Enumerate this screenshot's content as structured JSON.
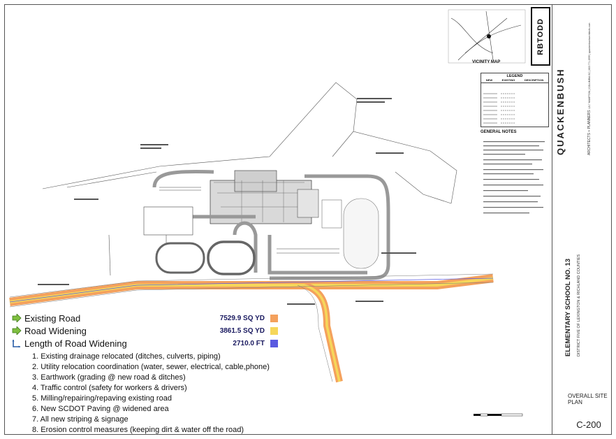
{
  "firm": {
    "name": "QUACKENBUSH",
    "tagline": "ARCHITECTS + PLANNERS",
    "address": "1217 HAMPTON   |   COLUMBIA SC  |  803.771.2999   |   quackenbusharchitects.com"
  },
  "consultant_logo": "RBTODD",
  "vicinity_map_label": "VICINITY MAP",
  "legend": {
    "title": "LEGEND",
    "columns": [
      "NEW",
      "EXISTING",
      "DESCRIPTION"
    ]
  },
  "general_notes_title": "GENERAL NOTES",
  "project": {
    "name": "ELEMENTARY SCHOOL NO. 13",
    "district": "DISTRICT FIVE OF LEXINGTON & RICHLAND COUNTIES"
  },
  "sheet": {
    "title": "OVERALL SITE PLAN",
    "number": "C-200"
  },
  "key": [
    {
      "label": "Existing Road",
      "value": "7529.9 SQ YD",
      "color": "#f4a15d",
      "icon": "arrow-right-icon"
    },
    {
      "label": "Road Widening",
      "value": "3861.5 SQ YD",
      "color": "#f6d75a",
      "icon": "arrow-right-icon"
    },
    {
      "label": "Length of Road Widening",
      "value": "2710.0 FT",
      "color": "#5a5ae0",
      "icon": "expand-icon"
    }
  ],
  "work_items": [
    "1. Existing drainage relocated (ditches, culverts, piping)",
    "2. Utility relocation coordination (water, sewer, electrical, cable,phone)",
    "3. Earthwork (grading @ new road & ditches)",
    "4. Traffic control (safety for workers & drivers)",
    "5. Milling/repairing/repaving existing road",
    "6. New SCDOT Paving @ widened area",
    "7. All new striping & signage",
    "8. Erosion control measures (keeping dirt & water off the road)"
  ]
}
